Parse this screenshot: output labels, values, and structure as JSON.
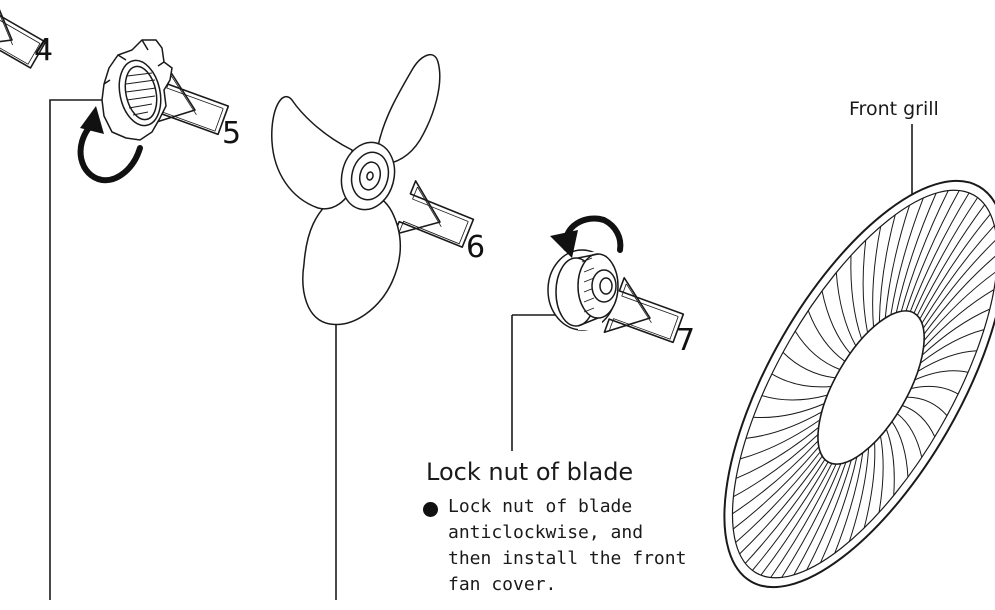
{
  "steps": [
    "4",
    "5",
    "6",
    "7"
  ],
  "labels": {
    "front_grill": "Front grill",
    "lock_nut_title": "Lock nut of blade",
    "lock_nut_note": [
      "Lock nut of blade",
      "anticlockwise, and",
      "then install the front",
      "fan cover."
    ]
  },
  "icons": {
    "step_arrow": "block-arrow-left-icon",
    "rotation": "curved-rotation-arrow-icon",
    "bullet": "bullet-dot-icon"
  },
  "colors": {
    "line": "#1a1a1a",
    "background": "#ffffff"
  }
}
